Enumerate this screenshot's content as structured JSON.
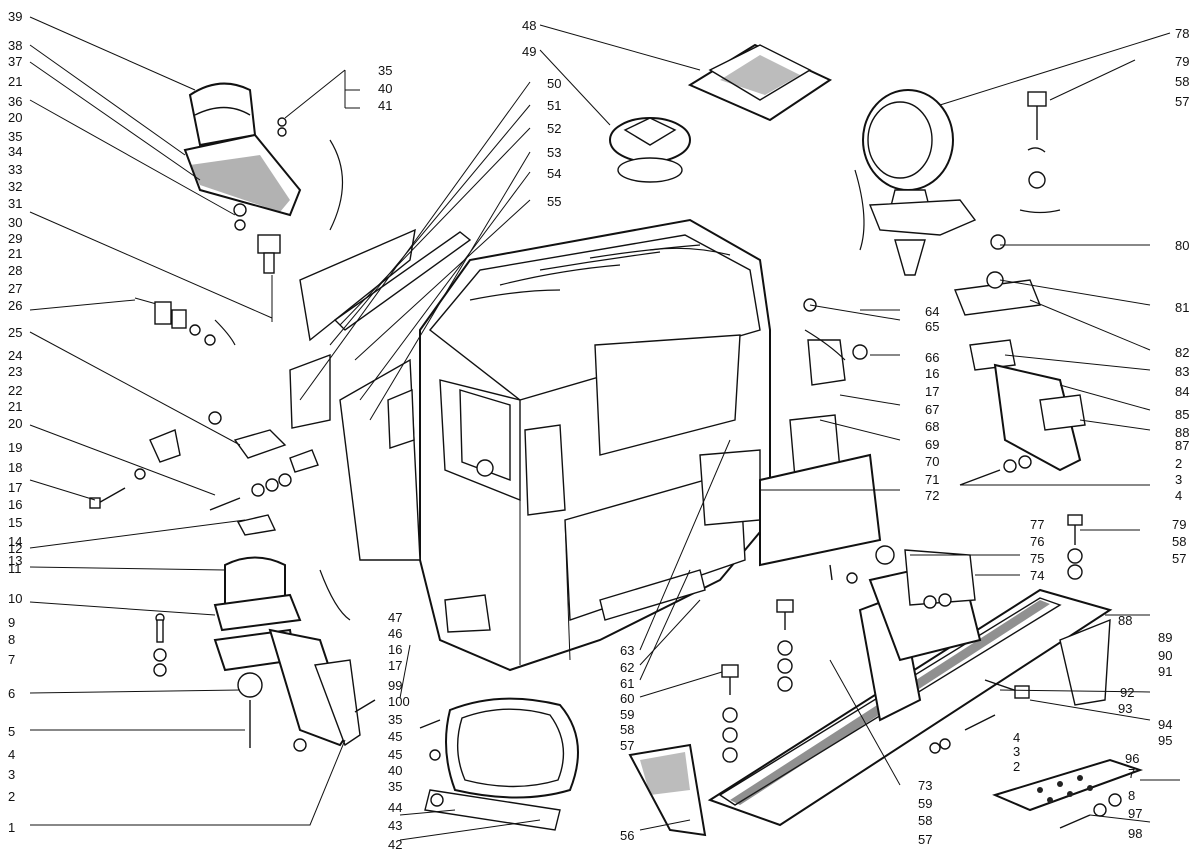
{
  "diagram": {
    "left_labels": [
      "39",
      "38",
      "37",
      "21",
      "36",
      "20",
      "35",
      "34",
      "33",
      "32",
      "31",
      "30",
      "29",
      "21",
      "28",
      "27",
      "26",
      "25",
      "24",
      "23",
      "22",
      "21",
      "20",
      "19",
      "18",
      "17",
      "16",
      "15",
      "14",
      "13",
      "12",
      "11",
      "10",
      "9",
      "8",
      "7",
      "6",
      "5",
      "4",
      "3",
      "2",
      "1"
    ],
    "top_left_group": [
      "35",
      "40",
      "41"
    ],
    "center_top": [
      "48",
      "49"
    ],
    "column_50_55": [
      "50",
      "51",
      "52",
      "53",
      "54",
      "55"
    ],
    "bottom_center_column": [
      "47",
      "46",
      "16",
      "17",
      "99",
      "100"
    ],
    "bottom_center_pairs": [
      "35",
      "45",
      "45",
      "40",
      "35",
      "44",
      "43",
      "42"
    ],
    "middle_right_column": [
      "64",
      "65",
      "66",
      "16",
      "17",
      "67",
      "68",
      "69",
      "70",
      "71",
      "72"
    ],
    "middle_col_low": [
      "63",
      "62",
      "61",
      "60",
      "59",
      "58",
      "57",
      "56"
    ],
    "lower_right_col": [
      "73",
      "59",
      "58",
      "57"
    ],
    "right_col": [
      "78",
      "79",
      "58",
      "57",
      "80",
      "81",
      "82",
      "83",
      "84",
      "85",
      "88",
      "87",
      "2",
      "3",
      "4"
    ],
    "right_lower_col": [
      "77",
      "76",
      "75",
      "74",
      "79",
      "58",
      "57",
      "88",
      "89",
      "90",
      "91",
      "92",
      "93",
      "94",
      "95",
      "96",
      "7",
      "8",
      "97",
      "98"
    ],
    "lower_mid_group": [
      "4",
      "3",
      "2"
    ]
  }
}
